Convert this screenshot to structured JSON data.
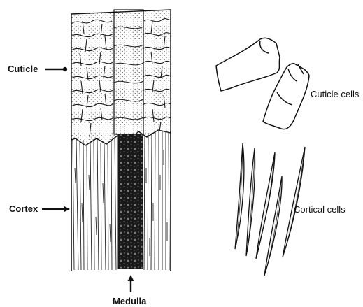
{
  "diagram": {
    "labels": {
      "cuticle": "Cuticle",
      "cortex": "Cortex",
      "medulla": "Medulla",
      "cuticle_cells": "Cuticle cells",
      "cortical_cells": "Cortical cells"
    },
    "colors": {
      "ink": "#111111",
      "background": "#ffffff"
    }
  }
}
